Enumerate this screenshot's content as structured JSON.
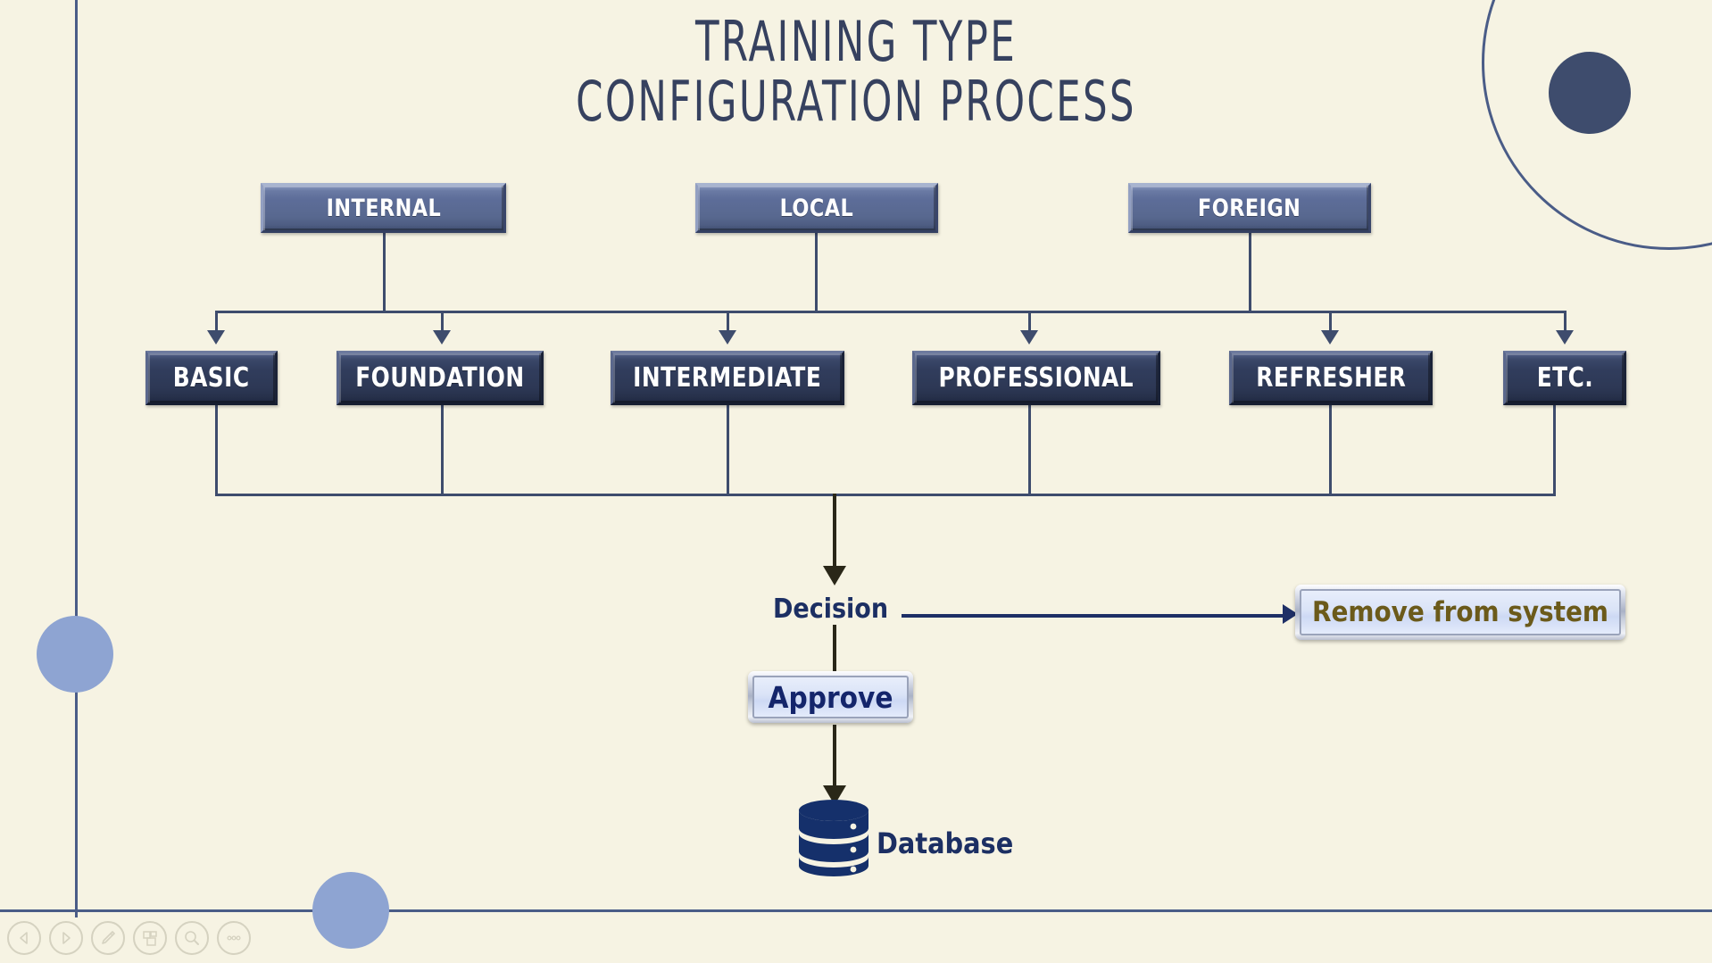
{
  "page": {
    "background_color": "#f6f3e3",
    "title_lines": [
      "TRAINING TYPE",
      "CONFIGURATION PROCESS"
    ],
    "title_color": "#36415f"
  },
  "colors": {
    "accent_navy": "#3e4c6d",
    "accent_light_blue": "#8ea4d2",
    "line_blue": "#4a5c87",
    "level1_box": "#5d6d99",
    "level2_box": "#313d5d",
    "arrow_navy": "#1e2f66",
    "arrow_dark": "#2a2718",
    "olive_text": "#6b5a1a"
  },
  "diagram": {
    "type": "flowchart",
    "level1": [
      {
        "id": "internal",
        "label": "INTERNAL"
      },
      {
        "id": "local",
        "label": "LOCAL"
      },
      {
        "id": "foreign",
        "label": "FOREIGN"
      }
    ],
    "level2": [
      {
        "id": "basic",
        "label": "BASIC"
      },
      {
        "id": "foundation",
        "label": "FOUNDATION"
      },
      {
        "id": "intermediate",
        "label": "INTERMEDIATE"
      },
      {
        "id": "professional",
        "label": "PROFESSIONAL"
      },
      {
        "id": "refresher",
        "label": "REFRESHER"
      },
      {
        "id": "etc",
        "label": "ETC."
      }
    ],
    "decision": {
      "id": "decision",
      "label": "Decision"
    },
    "outcomes": [
      {
        "id": "remove",
        "label": "Remove from system",
        "style": "glass-olive"
      },
      {
        "id": "approve",
        "label": "Approve",
        "style": "glass-navy"
      }
    ],
    "terminal": {
      "id": "database",
      "label": "Database",
      "icon": "database-cylinder-icon"
    }
  },
  "toolbar": {
    "items": [
      {
        "id": "prev",
        "icon": "previous-arrow-icon"
      },
      {
        "id": "next",
        "icon": "next-arrow-icon"
      },
      {
        "id": "pen",
        "icon": "pen-icon"
      },
      {
        "id": "duplicate",
        "icon": "duplicate-icon"
      },
      {
        "id": "zoom",
        "icon": "magnifier-icon"
      },
      {
        "id": "more",
        "icon": "more-options-icon"
      }
    ]
  }
}
